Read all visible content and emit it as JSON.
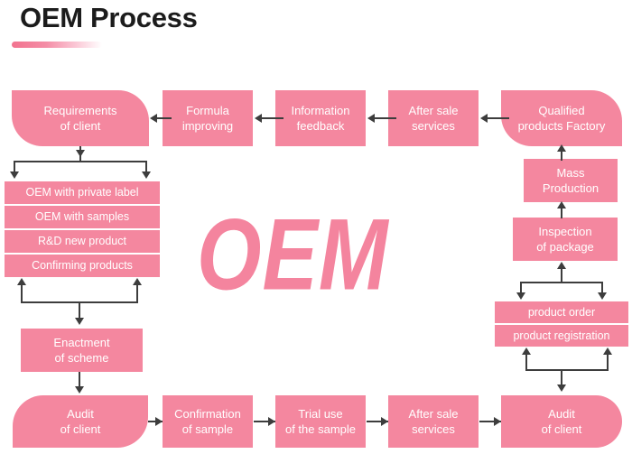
{
  "page": {
    "title": "OEM Process",
    "watermark": "OEM",
    "accent_color": "#f4879f",
    "title_color": "#1c1c1c",
    "connector_color": "#3d3d3d",
    "background": "#ffffff"
  },
  "top_row": [
    {
      "id": "requirements-of-client",
      "label": "Requirements\nof client"
    },
    {
      "id": "formula-improving",
      "label": "Formula\nimproving"
    },
    {
      "id": "information-feedback",
      "label": "Information\nfeedback"
    },
    {
      "id": "after-sale-services-top",
      "label": "After sale\nservices"
    },
    {
      "id": "qualified-products-factory",
      "label": "Qualified\nproducts Factory"
    }
  ],
  "left_stack": [
    {
      "id": "oem-with-private-label",
      "label": "OEM with private label"
    },
    {
      "id": "oem-with-samples",
      "label": "OEM with samples"
    },
    {
      "id": "rd-new-product",
      "label": "R&D new product"
    },
    {
      "id": "confirming-products",
      "label": "Confirming products"
    }
  ],
  "left_lower": [
    {
      "id": "enactment-of-scheme",
      "label": "Enactment\nof scheme"
    }
  ],
  "right_column": [
    {
      "id": "mass-production",
      "label": "Mass\nProduction"
    },
    {
      "id": "inspection-of-package",
      "label": "Inspection\nof package"
    }
  ],
  "right_stack": [
    {
      "id": "product-order",
      "label": "product order"
    },
    {
      "id": "product-registration",
      "label": "product registration"
    }
  ],
  "bottom_row": [
    {
      "id": "audit-of-client-left",
      "label": "Audit\nof client"
    },
    {
      "id": "confirmation-of-sample",
      "label": "Confirmation\nof sample"
    },
    {
      "id": "trial-use-of-the-sample",
      "label": "Trial use\nof the sample"
    },
    {
      "id": "after-sale-services-bottom",
      "label": "After sale\nservices"
    },
    {
      "id": "audit-of-client-right",
      "label": "Audit\nof client"
    }
  ]
}
